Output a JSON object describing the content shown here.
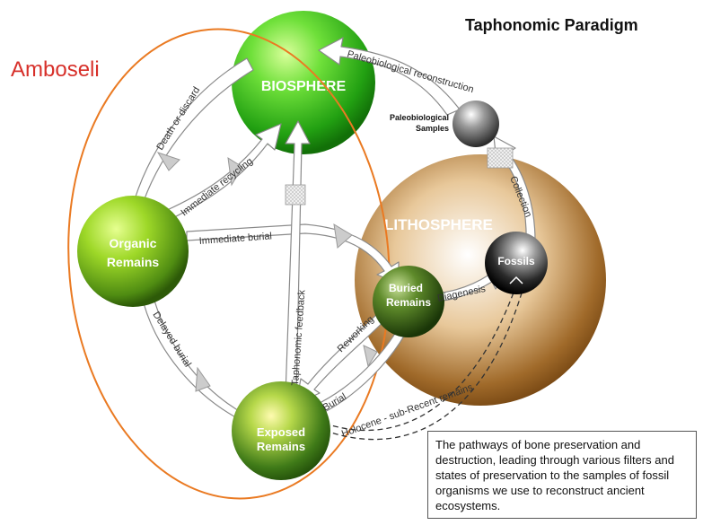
{
  "title": "Taphonomic Paradigm",
  "site_label": "Amboseli",
  "caption": "The pathways of bone preservation and destruction, leading through various filters and states of preservation to the samples of fossil organisms we use to reconstruct ancient ecosystems.",
  "nodes": {
    "biosphere": "BIOSPHERE",
    "lithosphere": "LITHOSPHERE",
    "organic_remains_1": "Organic",
    "organic_remains_2": "Remains",
    "exposed_remains_1": "Exposed",
    "exposed_remains_2": "Remains",
    "buried_remains_1": "Buried",
    "buried_remains_2": "Remains",
    "fossils": "Fossils",
    "paleo_samples_1": "Paleobiological",
    "paleo_samples_2": "Samples"
  },
  "arrows": {
    "paleo_reconstruction": "Paleobiological  reconstruction",
    "death_or_discard": "Death or discard",
    "immediate_recycling": "Immediate recycling",
    "immediate_burial": "Immediate burial",
    "taphonomic_feedback": "Taphonomic  feedback",
    "delayed_burial": "Delayed burial",
    "reworking": "Reworking",
    "burial": "Burial",
    "diagenesis": "Diagenesis",
    "collection": "Collection",
    "holocene": "Holocene - sub-Recent  remains"
  },
  "colors": {
    "biosphere": "#3ec21a",
    "lithosphere": "#7a4a12",
    "organic": "#7fbf1c",
    "exposed": "#3f7f1a",
    "buried": "#2f5a1a",
    "fossils": "#1a1a1a",
    "samples": "#555555",
    "amboseli_ellipse": "#ea7a22",
    "site_label": "#d7302a"
  }
}
